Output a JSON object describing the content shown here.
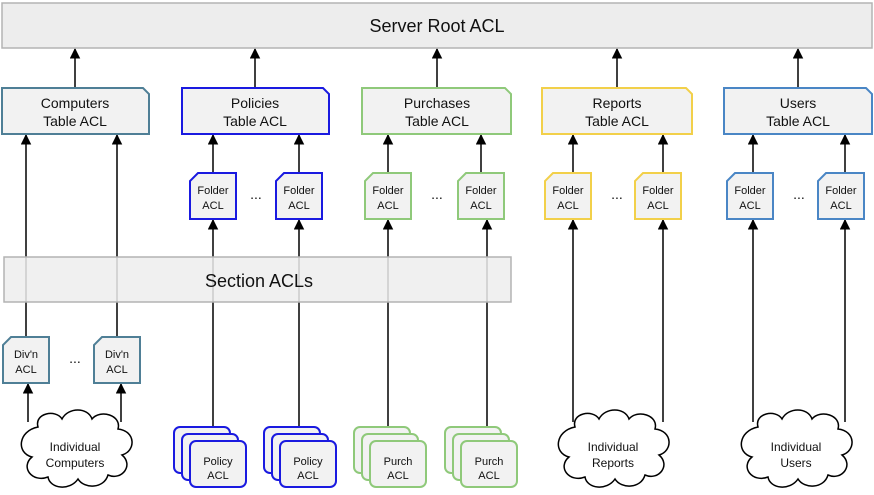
{
  "colors": {
    "root_fill": "#ededed",
    "node_fill": "#f2f2f2",
    "stroke_gray": "#b3b3b3",
    "arrow": "#000000",
    "computers": "#4f7f96",
    "policies": "#1a1ae0",
    "purchases": "#8fc97a",
    "reports": "#f2d04a",
    "users": "#4a86c5"
  },
  "root": {
    "label": "Server Root ACL"
  },
  "section": {
    "label": "Section ACLs"
  },
  "ellipsis": "...",
  "tables": [
    {
      "id": "computers",
      "line1": "Computers",
      "line2": "Table ACL"
    },
    {
      "id": "policies",
      "line1": "Policies",
      "line2": "Table ACL"
    },
    {
      "id": "purchases",
      "line1": "Purchases",
      "line2": "Table ACL"
    },
    {
      "id": "reports",
      "line1": "Reports",
      "line2": "Table ACL"
    },
    {
      "id": "users",
      "line1": "Users",
      "line2": "Table ACL"
    }
  ],
  "folder_acl": {
    "line1": "Folder",
    "line2": "ACL"
  },
  "division_acl": {
    "line1": "Div'n",
    "line2": "ACL"
  },
  "policy_acl": {
    "line1": "Policy",
    "line2": "ACL"
  },
  "purch_acl": {
    "line1": "Purch",
    "line2": "ACL"
  },
  "clouds": {
    "computers": {
      "line1": "Individual",
      "line2": "Computers"
    },
    "reports": {
      "line1": "Individual",
      "line2": "Reports"
    },
    "users": {
      "line1": "Individual",
      "line2": "Users"
    }
  }
}
